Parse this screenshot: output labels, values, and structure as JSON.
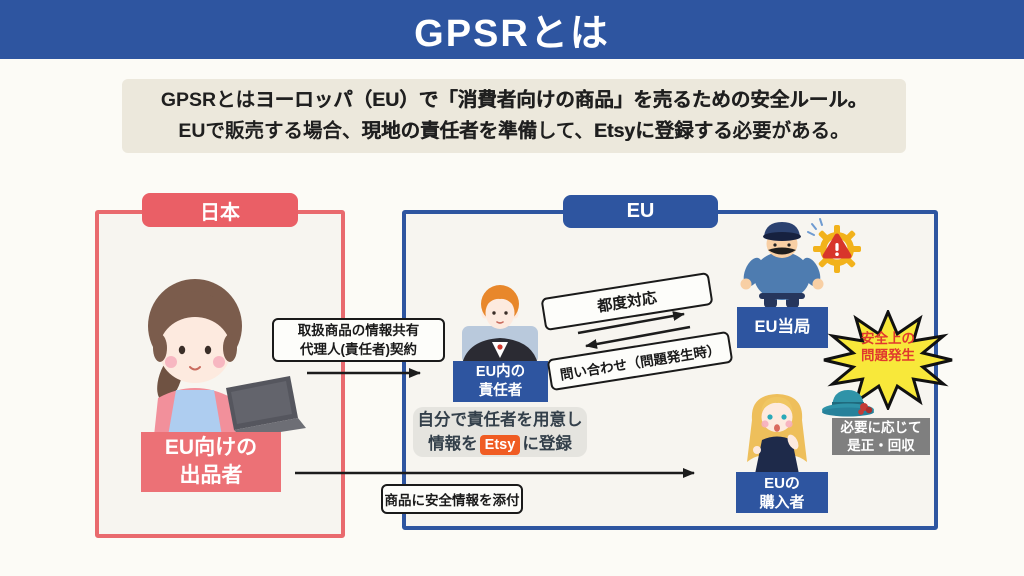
{
  "header": {
    "title": "GPSRとは"
  },
  "intro": {
    "line1": {
      "seg1": "GPSRとは",
      "seg2": "ヨーロッパ（EU）で「消費者向けの商品」を売るための安全ルール。"
    },
    "line2": {
      "seg1": "EUで販売する場合、",
      "seg2": "現地の責任者を準備",
      "seg3": "して、",
      "seg4": "Etsyに登録する",
      "seg5": "必要がある。"
    }
  },
  "japan": {
    "tab": "日本",
    "seller": {
      "line1": "EU向けの",
      "line2": "出品者"
    }
  },
  "eu": {
    "tab": "EU"
  },
  "responsible": {
    "line1": "EU内の",
    "line2": "責任者"
  },
  "authority": {
    "label": "EU当局"
  },
  "buyer": {
    "line1": "EUの",
    "line2": "購入者"
  },
  "labels": {
    "contract": {
      "line1": "取扱商品の情報共有",
      "line2": "代理人(責任者)契約"
    },
    "respond": "都度対応",
    "inquiry": "問い合わせ（問題発生時）",
    "attach": "商品に安全情報を添付"
  },
  "etsy_note": {
    "line1": "自分で責任者を用意し",
    "line2_pre": "情報を",
    "badge": "Etsy",
    "line2_post": "に登録"
  },
  "alert": {
    "line1": "安全上の",
    "line2": "問題発生"
  },
  "remedy": {
    "line1": "必要に応じて",
    "line2": "是正・回収"
  },
  "colors": {
    "header_blue": "#2e55a0",
    "japan_red": "#ea5f66",
    "label_blue": "#2e55a0",
    "intro_bg": "#ece8dc",
    "zone_bg": "#f7f5f0",
    "page_bg": "#fcfbf6",
    "alert_yellow": "#f8e83a",
    "alert_text_red": "#e0392e",
    "etsy_orange": "#f05c23",
    "remedy_gray": "#7f7f7f",
    "arrow_black": "#1c1c1c"
  }
}
